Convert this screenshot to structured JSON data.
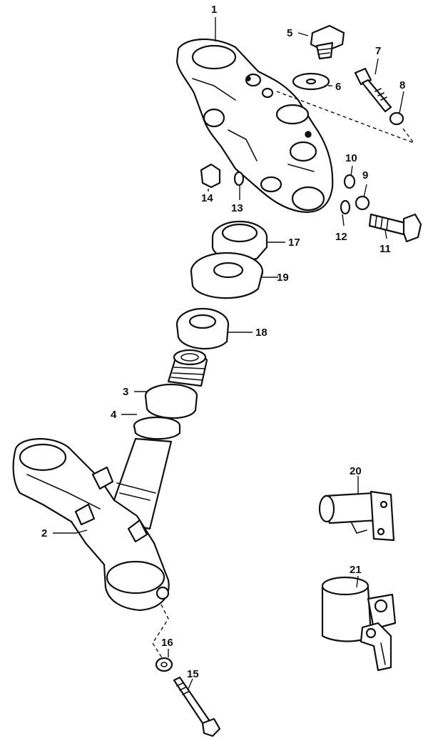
{
  "callouts": [
    {
      "id": "1",
      "label": "1"
    },
    {
      "id": "2",
      "label": "2"
    },
    {
      "id": "3",
      "label": "3"
    },
    {
      "id": "4",
      "label": "4"
    },
    {
      "id": "5",
      "label": "5"
    },
    {
      "id": "6",
      "label": "6"
    },
    {
      "id": "7",
      "label": "7"
    },
    {
      "id": "8",
      "label": "8"
    },
    {
      "id": "9",
      "label": "9"
    },
    {
      "id": "10",
      "label": "10"
    },
    {
      "id": "11",
      "label": "11"
    },
    {
      "id": "12",
      "label": "12"
    },
    {
      "id": "13",
      "label": "13"
    },
    {
      "id": "14",
      "label": "14"
    },
    {
      "id": "15",
      "label": "15"
    },
    {
      "id": "16",
      "label": "16"
    },
    {
      "id": "17",
      "label": "17"
    },
    {
      "id": "18",
      "label": "18"
    },
    {
      "id": "19",
      "label": "19"
    },
    {
      "id": "20",
      "label": "20"
    },
    {
      "id": "21",
      "label": "21"
    }
  ],
  "colors": {
    "ink": "#111111",
    "paper": "#ffffff"
  }
}
